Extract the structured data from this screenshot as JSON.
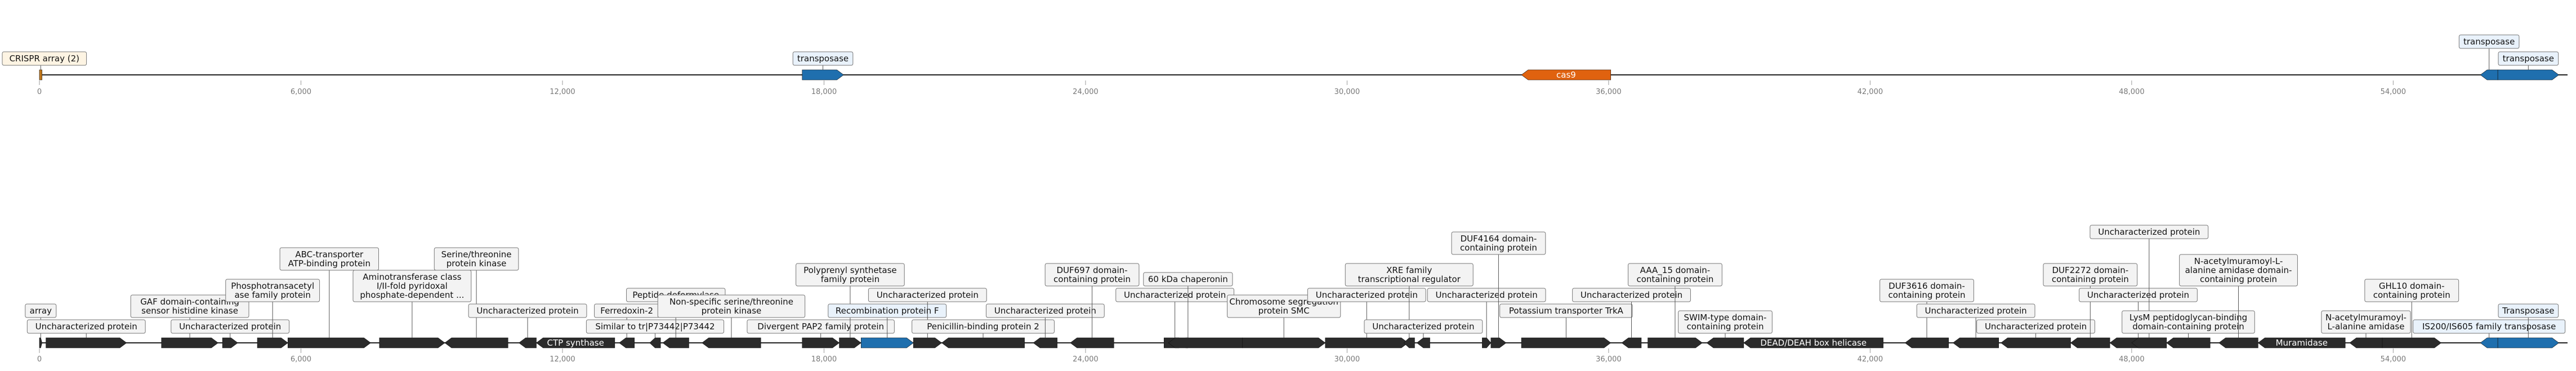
{
  "colors": {
    "default": "#2b2b2b",
    "highlight": "#1f6fae",
    "cas": "#e0620f",
    "crispr": "#c47a1d",
    "label_bg": "#f3f3f3",
    "label_border": "#777777",
    "label_bg_highlight": "#e9f2fb",
    "label_bg_crispr": "#fdf4e3"
  },
  "tracks": [
    {
      "id": "cas-track",
      "range": [
        0,
        58000
      ],
      "ticks": [
        {
          "v": 0,
          "label": "0"
        },
        {
          "v": 6000,
          "label": "6,000"
        },
        {
          "v": 12000,
          "label": "12,000"
        },
        {
          "v": 18000,
          "label": "18,000"
        },
        {
          "v": 24000,
          "label": "24,000"
        },
        {
          "v": 30000,
          "label": "30,000"
        },
        {
          "v": 36000,
          "label": "36,000"
        },
        {
          "v": 42000,
          "label": "42,000"
        },
        {
          "v": 48000,
          "label": "48,000"
        },
        {
          "v": 54000,
          "label": "54,000"
        }
      ],
      "genes": [
        {
          "start": 0,
          "end": 60,
          "strand": 1,
          "type": "crispr",
          "label": [
            "CRISPR array (2)"
          ],
          "pos": "above",
          "lv": 0
        },
        {
          "start": 17500,
          "end": 18450,
          "strand": 1,
          "type": "highlight",
          "label": [
            "transposase"
          ],
          "pos": "above",
          "lv": 0
        },
        {
          "start": 34000,
          "end": 36050,
          "strand": -1,
          "type": "cas",
          "label": [
            "cas9"
          ],
          "pos": "inside"
        },
        {
          "start": 56000,
          "end": 56400,
          "strand": -1,
          "type": "highlight",
          "label": [
            "transposase"
          ],
          "pos": "above",
          "lv": 1
        },
        {
          "start": 56400,
          "end": 57800,
          "strand": 1,
          "type": "highlight",
          "label": [
            "transposase"
          ],
          "pos": "above",
          "lv": 0
        }
      ]
    },
    {
      "id": "gene-track",
      "range": [
        0,
        58000
      ],
      "ticks": [
        {
          "v": 0,
          "label": "0"
        },
        {
          "v": 6000,
          "label": "6,000"
        },
        {
          "v": 12000,
          "label": "12,000"
        },
        {
          "v": 18000,
          "label": "18,000"
        },
        {
          "v": 24000,
          "label": "24,000"
        },
        {
          "v": 30000,
          "label": "30,000"
        },
        {
          "v": 36000,
          "label": "36,000"
        },
        {
          "v": 42000,
          "label": "42,000"
        },
        {
          "v": 48000,
          "label": "48,000"
        },
        {
          "v": 54000,
          "label": "54,000"
        }
      ],
      "genes": [
        {
          "start": 0,
          "end": 60,
          "strand": 1,
          "type": "default",
          "label": [
            "array"
          ],
          "pos": "above",
          "lv": 1
        },
        {
          "start": 150,
          "end": 2000,
          "strand": 1,
          "type": "default",
          "label": [
            "Uncharacterized protein"
          ],
          "pos": "above",
          "lv": 0
        },
        {
          "start": 2800,
          "end": 4100,
          "strand": 1,
          "type": "default",
          "label": [
            "GAF domain-containing",
            "sensor histidine kinase"
          ],
          "pos": "above",
          "lv": 1
        },
        {
          "start": 4200,
          "end": 4550,
          "strand": 1,
          "type": "default",
          "label": [
            "Uncharacterized protein"
          ],
          "pos": "above",
          "lv": 0
        },
        {
          "start": 5000,
          "end": 5700,
          "strand": 1,
          "type": "default",
          "label": [
            "Phosphotransacetyl",
            "ase family protein"
          ],
          "pos": "above",
          "lv": 2
        },
        {
          "start": 5700,
          "end": 7600,
          "strand": 1,
          "type": "default",
          "label": [
            "ABC-transporter",
            "ATP-binding protein"
          ],
          "pos": "above",
          "lv": 4
        },
        {
          "start": 7800,
          "end": 9300,
          "strand": 1,
          "type": "default",
          "label": [
            "Aminotransferase class",
            "I/II-fold pyridoxal",
            "phosphate-dependent ..."
          ],
          "pos": "above",
          "lv": 2
        },
        {
          "start": 9300,
          "end": 10750,
          "strand": -1,
          "type": "default",
          "label": [
            "Serine/threonine",
            "protein kinase"
          ],
          "pos": "above",
          "lv": 4
        },
        {
          "start": 11000,
          "end": 11400,
          "strand": -1,
          "type": "default",
          "label": [
            "Uncharacterized protein"
          ],
          "pos": "above",
          "lv": 1
        },
        {
          "start": 11400,
          "end": 13200,
          "strand": -1,
          "type": "default",
          "label": [
            "CTP synthase"
          ],
          "pos": "inside"
        },
        {
          "start": 13300,
          "end": 13650,
          "strand": -1,
          "type": "default",
          "label": [
            "Ferredoxin-2"
          ],
          "pos": "above",
          "lv": 1
        },
        {
          "start": 14000,
          "end": 14250,
          "strand": -1,
          "type": "default",
          "label": [
            "Similar to tr|P73442|P73442"
          ],
          "pos": "above",
          "lv": 0
        },
        {
          "start": 14300,
          "end": 14900,
          "strand": -1,
          "type": "default",
          "label": [
            "Peptide deformylase"
          ],
          "pos": "above",
          "lv": 2
        },
        {
          "start": 15200,
          "end": 16550,
          "strand": -1,
          "type": "default",
          "label": [
            "Non-specific serine/threonine",
            "protein kinase"
          ],
          "pos": "above",
          "lv": 1
        },
        {
          "start": 17500,
          "end": 18350,
          "strand": 1,
          "type": "default",
          "label": [
            "Divergent PAP2 family protein"
          ],
          "pos": "above",
          "lv": 0
        },
        {
          "start": 18350,
          "end": 18850,
          "strand": 1,
          "type": "default",
          "label": [
            "Polyprenyl synthetase",
            "family protein"
          ],
          "pos": "above",
          "lv": 3
        },
        {
          "start": 18850,
          "end": 20050,
          "strand": 1,
          "type": "highlight",
          "label": [
            "Recombination protein F"
          ],
          "pos": "above",
          "lv": 1
        },
        {
          "start": 20050,
          "end": 20700,
          "strand": 1,
          "type": "default",
          "label": [
            "Uncharacterized protein"
          ],
          "pos": "above",
          "lv": 2
        },
        {
          "start": 20700,
          "end": 22600,
          "strand": -1,
          "type": "default",
          "label": [
            "Penicillin-binding protein 2"
          ],
          "pos": "above",
          "lv": 0
        },
        {
          "start": 22800,
          "end": 23350,
          "strand": -1,
          "type": "default",
          "label": [
            "Uncharacterized protein"
          ],
          "pos": "above",
          "lv": 1
        },
        {
          "start": 23650,
          "end": 24650,
          "strand": -1,
          "type": "default",
          "label": [
            "DUF697 domain-",
            "containing protein"
          ],
          "pos": "above",
          "lv": 3
        },
        {
          "start": 25800,
          "end": 26300,
          "strand": 1,
          "type": "default",
          "label": [
            "Uncharacterized protein"
          ],
          "pos": "above",
          "lv": 2
        },
        {
          "start": 26300,
          "end": 26400,
          "strand": 1,
          "type": "default",
          "label": [
            "60 kDa chaperonin"
          ],
          "pos": "above",
          "lv": 3
        },
        {
          "start": 25900,
          "end": 27600,
          "strand": -1,
          "type": "default",
          "label": [],
          "pos": "none"
        },
        {
          "start": 27600,
          "end": 29500,
          "strand": 1,
          "type": "default",
          "label": [
            "Chromosome segregation",
            "protein SMC"
          ],
          "pos": "above",
          "lv": 1
        },
        {
          "start": 29500,
          "end": 31400,
          "strand": 1,
          "type": "default",
          "label": [
            "Uncharacterized protein"
          ],
          "pos": "above",
          "lv": 2
        },
        {
          "start": 31300,
          "end": 31550,
          "strand": -1,
          "type": "default",
          "label": [
            "XRE family",
            "transcriptional regulator"
          ],
          "pos": "above",
          "lv": 3
        },
        {
          "start": 31600,
          "end": 31900,
          "strand": -1,
          "type": "default",
          "label": [
            "Uncharacterized protein"
          ],
          "pos": "above",
          "lv": 0
        },
        {
          "start": 33100,
          "end": 33300,
          "strand": 1,
          "type": "default",
          "label": [
            "Uncharacterized protein"
          ],
          "pos": "above",
          "lv": 2
        },
        {
          "start": 33300,
          "end": 33650,
          "strand": 1,
          "type": "default",
          "label": [
            "DUF4164 domain-",
            "containing protein"
          ],
          "pos": "above",
          "lv": 5
        },
        {
          "start": 34000,
          "end": 36050,
          "strand": 1,
          "type": "default",
          "label": [
            "Potassium transporter TrkA"
          ],
          "pos": "above",
          "lv": 1
        },
        {
          "start": 36300,
          "end": 36750,
          "strand": -1,
          "type": "default",
          "label": [
            "Uncharacterized protein"
          ],
          "pos": "above",
          "lv": 2
        },
        {
          "start": 36900,
          "end": 38150,
          "strand": 1,
          "type": "default",
          "label": [
            "AAA_15 domain-",
            "containing protein"
          ],
          "pos": "above",
          "lv": 3
        },
        {
          "start": 38250,
          "end": 39100,
          "strand": -1,
          "type": "default",
          "label": [
            "SWIM-type domain-",
            "containing protein"
          ],
          "pos": "above",
          "lv": 0
        },
        {
          "start": 39100,
          "end": 42300,
          "strand": -1,
          "type": "default",
          "label": [
            "DEAD/DEAH box helicase"
          ],
          "pos": "inside"
        },
        {
          "start": 42800,
          "end": 43800,
          "strand": -1,
          "type": "default",
          "label": [
            "DUF3616 domain-",
            "containing protein"
          ],
          "pos": "above",
          "lv": 2
        },
        {
          "start": 43900,
          "end": 44950,
          "strand": -1,
          "type": "default",
          "label": [
            "Uncharacterized protein"
          ],
          "pos": "above",
          "lv": 1
        },
        {
          "start": 45000,
          "end": 46600,
          "strand": -1,
          "type": "default",
          "label": [
            "Uncharacterized protein"
          ],
          "pos": "above",
          "lv": 0
        },
        {
          "start": 46600,
          "end": 47500,
          "strand": -1,
          "type": "default",
          "label": [
            "DUF2272 domain-",
            "containing protein"
          ],
          "pos": "above",
          "lv": 3
        },
        {
          "start": 47500,
          "end": 48800,
          "strand": -1,
          "type": "default",
          "label": [
            "Uncharacterized protein"
          ],
          "pos": "above",
          "lv": 2
        },
        {
          "start": 48000,
          "end": 48800,
          "strand": -1,
          "type": "default",
          "label": [
            "Uncharacterized protein"
          ],
          "pos": "above",
          "lv": 6
        },
        {
          "start": 48800,
          "end": 49800,
          "strand": -1,
          "type": "default",
          "label": [
            "LysM peptidoglycan-binding",
            "domain-containing protein"
          ],
          "pos": "above",
          "lv": 0
        },
        {
          "start": 50000,
          "end": 50900,
          "strand": -1,
          "type": "default",
          "label": [
            "N-acetylmuramoyl-L-",
            "alanine amidase domain-",
            "containing protein"
          ],
          "pos": "above",
          "lv": 3
        },
        {
          "start": 50900,
          "end": 52900,
          "strand": -1,
          "type": "default",
          "label": [
            "Muramidase"
          ],
          "pos": "inside"
        },
        {
          "start": 53000,
          "end": 53750,
          "strand": -1,
          "type": "default",
          "label": [
            "N-acetylmuramoyl-",
            "L-alanine amidase"
          ],
          "pos": "above",
          "lv": 0
        },
        {
          "start": 53750,
          "end": 55100,
          "strand": 1,
          "type": "default",
          "label": [
            "GHL10 domain-",
            "containing protein"
          ],
          "pos": "above",
          "lv": 2
        },
        {
          "start": 56000,
          "end": 56400,
          "strand": -1,
          "type": "highlight",
          "label": [
            "IS200/IS605 family transposase"
          ],
          "pos": "above",
          "lv": 0
        },
        {
          "start": 56400,
          "end": 57800,
          "strand": 1,
          "type": "highlight",
          "label": [
            "Transposase"
          ],
          "pos": "above",
          "lv": 1
        }
      ]
    }
  ]
}
